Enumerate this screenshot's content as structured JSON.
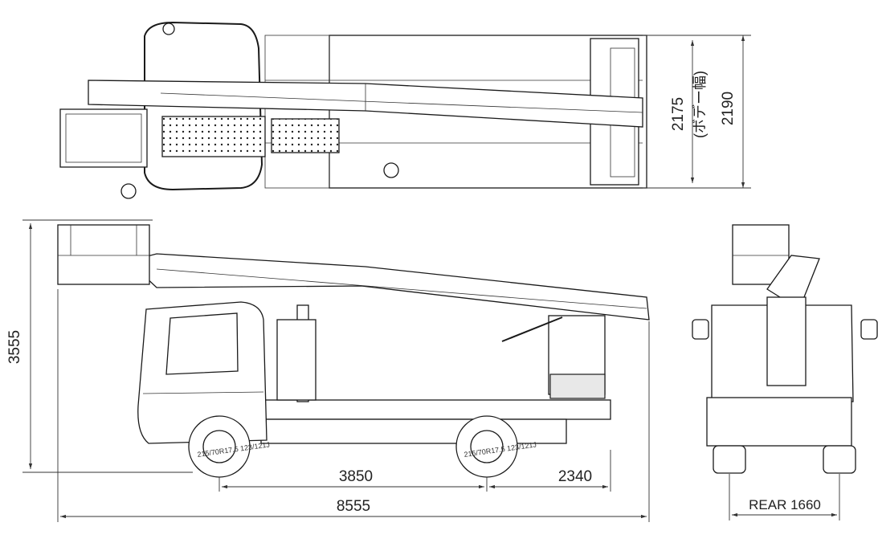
{
  "dimensions": {
    "width_2175": "2175",
    "body_width": "(ボデー幅)",
    "width_2190": "2190",
    "height": "3555",
    "wheelbase": "3850",
    "rear_overhang": "2340",
    "overall_length": "8555",
    "rear_track": "REAR 1660"
  },
  "tires": {
    "front": "215/70R17.5 123/121J",
    "rear": "215/70R17.5 123/121J"
  }
}
